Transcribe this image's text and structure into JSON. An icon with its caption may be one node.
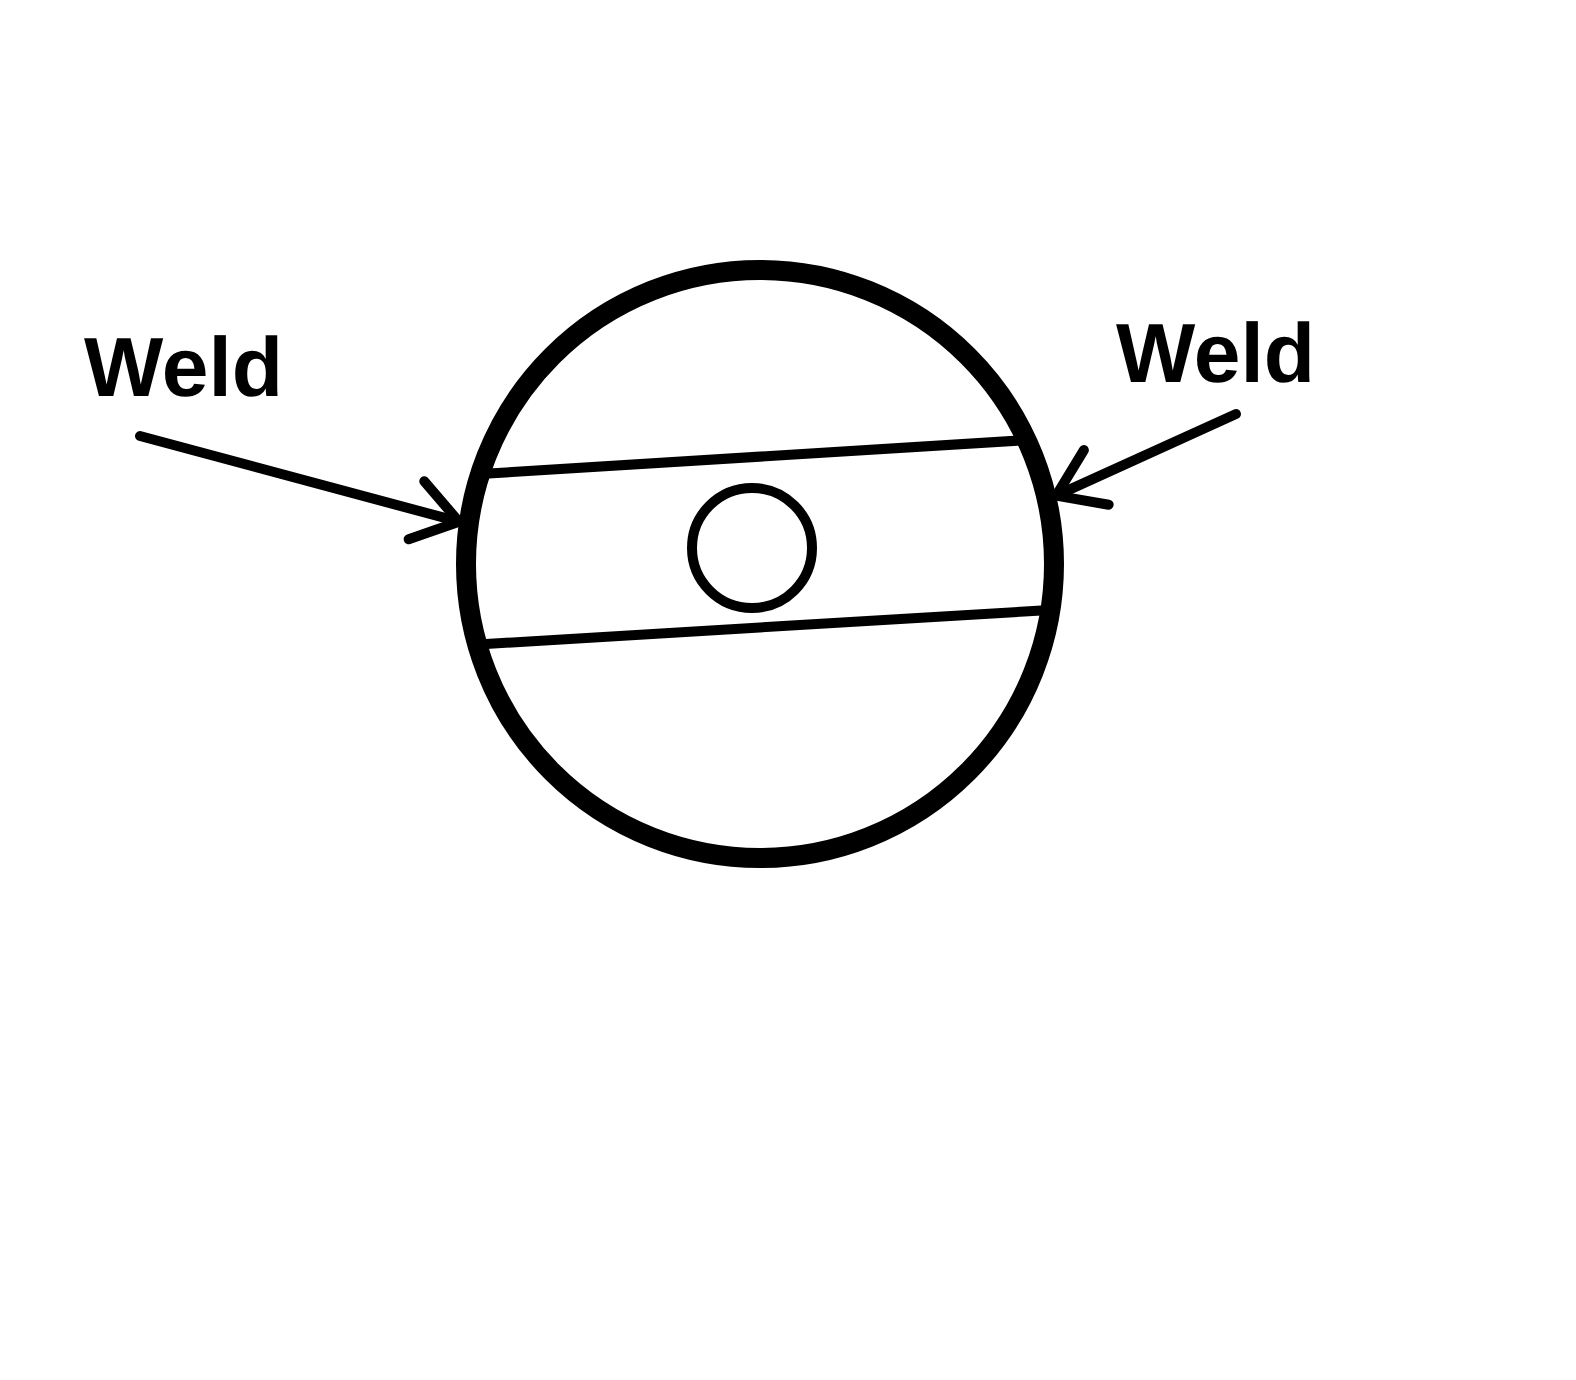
{
  "diagram": {
    "nodes": [
      {
        "text": [
          "Weld"
        ]
      },
      {
        "text": [
          "Weld"
        ]
      },
      {
        "text": [],
        "shape": "circle"
      }
    ],
    "edges": [
      {
        "from": 0,
        "to": 2,
        "arrow": "to"
      },
      {
        "from": 1,
        "to": 2,
        "arrow": "to"
      }
    ]
  }
}
